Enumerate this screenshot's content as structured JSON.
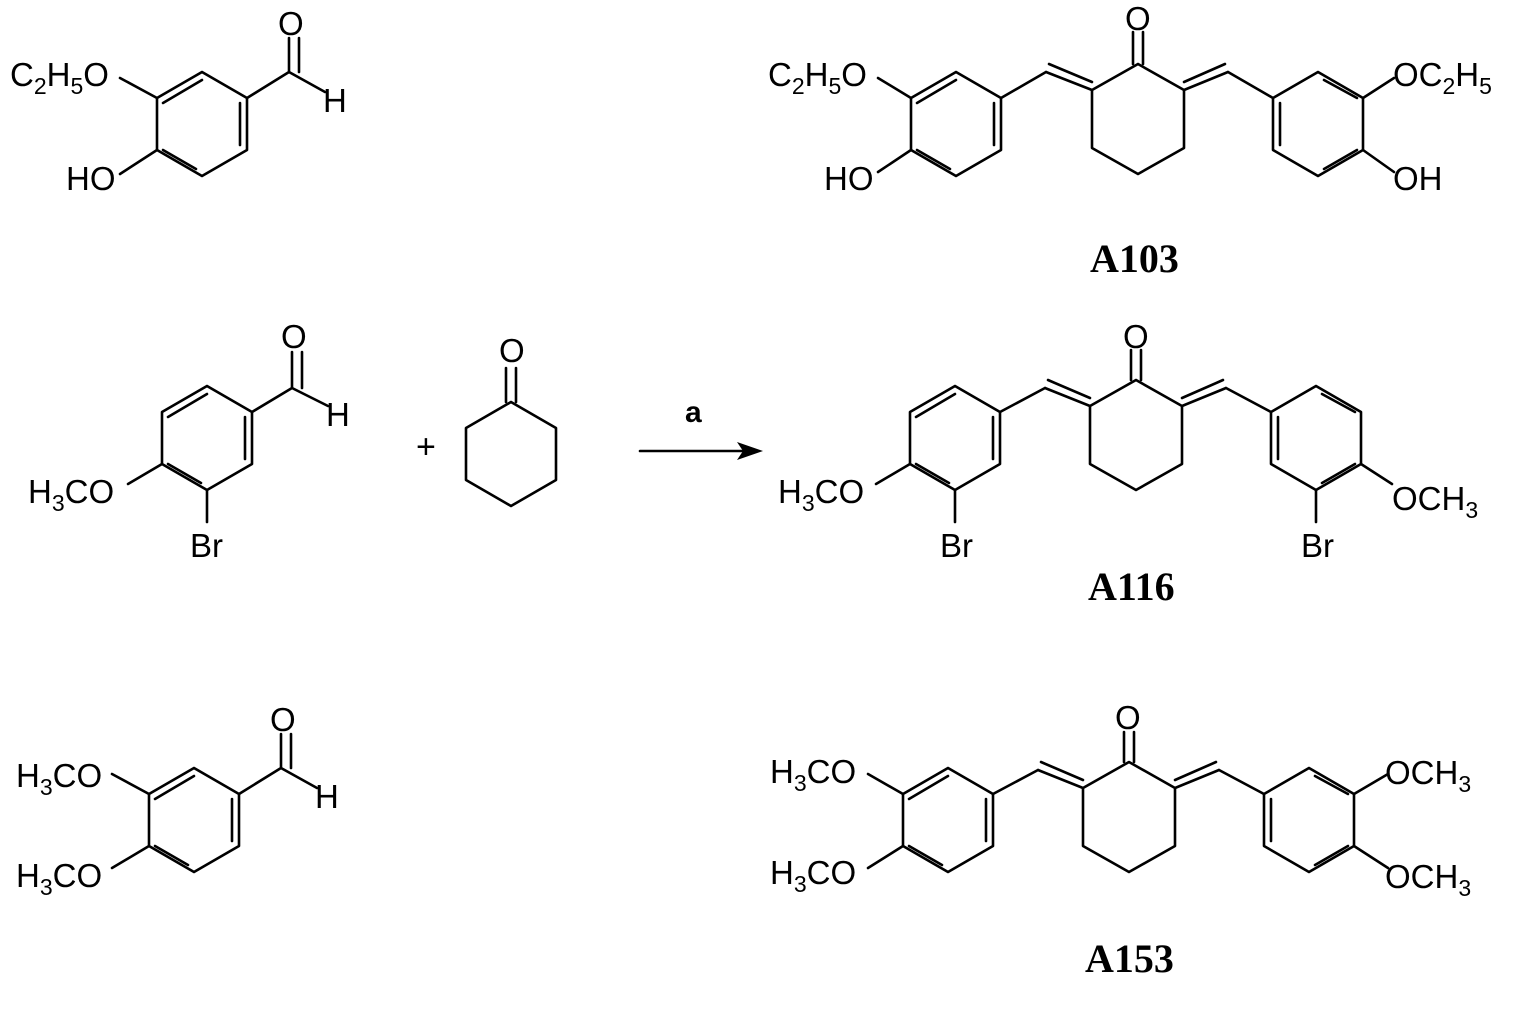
{
  "reaction": {
    "plus_sign": "+",
    "reagent_label": "a",
    "reactant_ketone_oxygen": "O"
  },
  "row1": {
    "reactant": {
      "ethoxy": {
        "main": "C",
        "sub1": "2",
        "mid": "H",
        "sub2": "5",
        "end": "O"
      },
      "hydroxy": "HO",
      "aldehyde_o": "O",
      "aldehyde_h": "H"
    },
    "product": {
      "ethoxy_left": {
        "main": "C",
        "sub1": "2",
        "mid": "H",
        "sub2": "5",
        "end": "O"
      },
      "hydroxy_left": "HO",
      "ketone_o": "O",
      "ethoxy_right": {
        "start": "OC",
        "sub1": "2",
        "mid": "H",
        "sub2": "5"
      },
      "hydroxy_right": "OH",
      "compound_id": "A103"
    }
  },
  "row2": {
    "reactant": {
      "methoxy": {
        "main": "H",
        "sub": "3",
        "end": "CO"
      },
      "bromo": "Br",
      "aldehyde_o": "O",
      "aldehyde_h": "H"
    },
    "product": {
      "methoxy_left": {
        "main": "H",
        "sub": "3",
        "end": "CO"
      },
      "bromo_left": "Br",
      "ketone_o": "O",
      "methoxy_right": {
        "start": "OCH",
        "sub": "3"
      },
      "bromo_right": "Br",
      "compound_id": "A116"
    }
  },
  "row3": {
    "reactant": {
      "methoxy_top": {
        "main": "H",
        "sub": "3",
        "end": "CO"
      },
      "methoxy_bottom": {
        "main": "H",
        "sub": "3",
        "end": "CO"
      },
      "aldehyde_o": "O",
      "aldehyde_h": "H"
    },
    "product": {
      "methoxy_left_top": {
        "main": "H",
        "sub": "3",
        "end": "CO"
      },
      "methoxy_left_bottom": {
        "main": "H",
        "sub": "3",
        "end": "CO"
      },
      "ketone_o": "O",
      "methoxy_right_top": {
        "start": "OCH",
        "sub": "3"
      },
      "methoxy_right_bottom": {
        "start": "OCH",
        "sub": "3"
      },
      "compound_id": "A153"
    }
  }
}
